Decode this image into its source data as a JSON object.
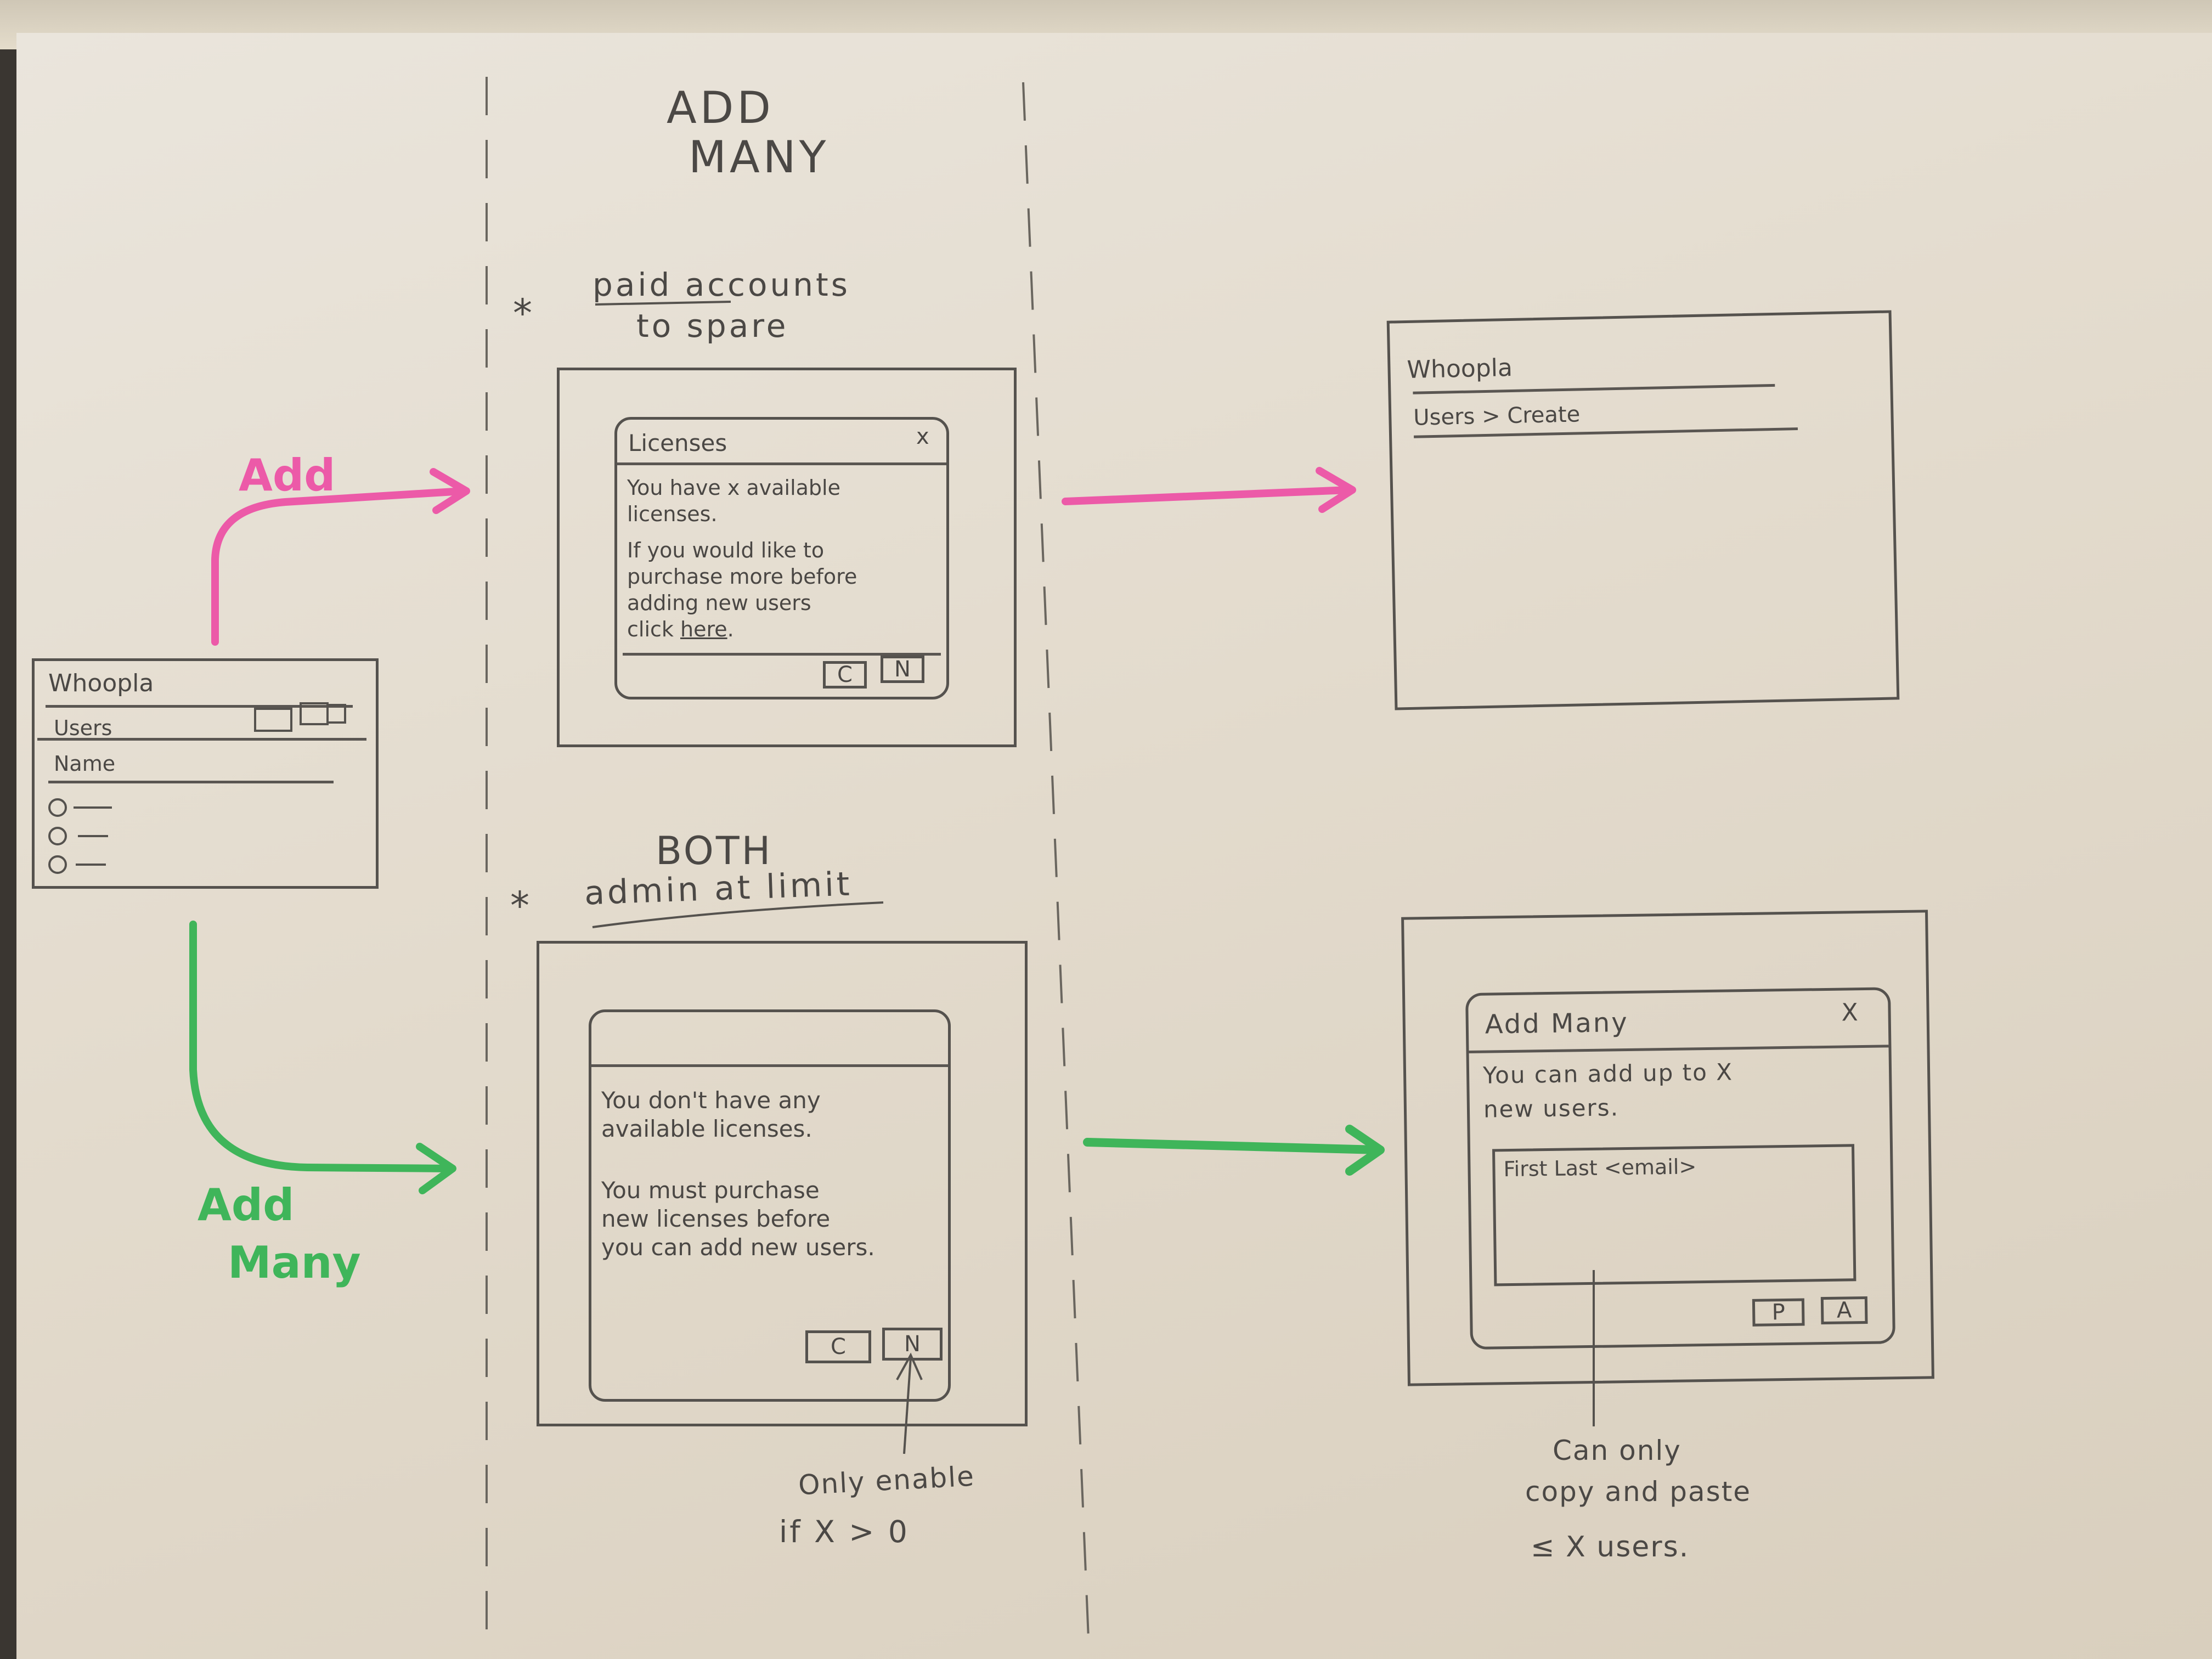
{
  "column_title": {
    "line1": "ADD",
    "line2": "MANY"
  },
  "notes": {
    "paid_accounts": {
      "bullet": "*",
      "line1": "paid accounts",
      "line2": "to spare"
    },
    "both": "BOTH",
    "admin_at_limit": {
      "bullet": "*",
      "text": "admin at limit"
    }
  },
  "arrows": {
    "add_label": "Add",
    "add_many_label": {
      "line1": "Add",
      "line2": "Many"
    },
    "add_color": "#ec5aa8",
    "add_many_color": "#3fb55a"
  },
  "users_screen": {
    "logo": "Whoopla",
    "section": "Users",
    "column_header": "Name",
    "rows": 3
  },
  "licenses_dialog": {
    "title": "Licenses",
    "close": "x",
    "body_line1": "You have x available",
    "body_line2": "licenses.",
    "body_line3": "If you would like to",
    "body_line4": "purchase more before",
    "body_line5": "adding new users",
    "body_line6_pre": "click ",
    "body_link": "here",
    "body_line6_post": ".",
    "cancel_button": "C",
    "next_button": "N"
  },
  "create_screen": {
    "logo": "Whoopla",
    "breadcrumb": "Users > Create"
  },
  "limit_dialog": {
    "body_line1": "You don't have any",
    "body_line2": "available licenses.",
    "body_line3": "You must purchase",
    "body_line4": "new licenses before",
    "body_line5": "you can add new users.",
    "cancel_button": "C",
    "next_button": "N"
  },
  "add_many_dialog": {
    "title": "Add Many",
    "close": "X",
    "body_line1": "You can add up to X",
    "body_line2": "new users.",
    "textarea_placeholder": "First Last <email>",
    "p_button": "P",
    "a_button": "A"
  },
  "annotations": {
    "only_enable": {
      "line1": "Only enable",
      "line2": "if X > 0"
    },
    "copy_paste": {
      "line1": "Can only",
      "line2": "copy and paste",
      "line3": "≤ X users."
    }
  }
}
